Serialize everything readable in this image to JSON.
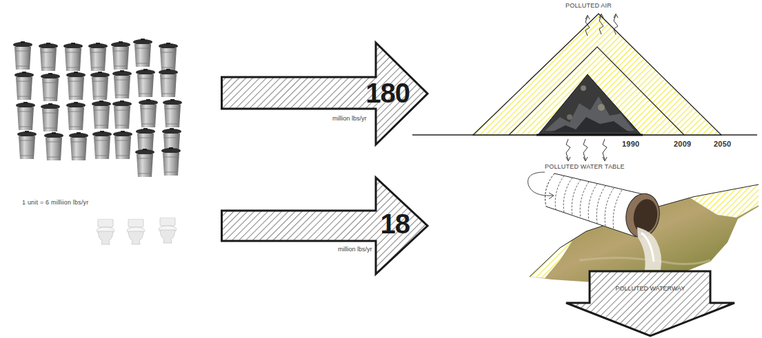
{
  "diagram": {
    "nodes": [
      {
        "text": [
          "180",
          "million lbs/yr"
        ]
      },
      {
        "text": [
          "18",
          "million lbs/yr"
        ]
      },
      {
        "text": [
          "POLLUTED WATERWAY"
        ]
      }
    ],
    "labels": [
      "POLLUTED AIR",
      "1990",
      "2009",
      "2050",
      "POLLUTED WATER TABLE",
      "1 unit = 6 milliion lbs/yr"
    ]
  }
}
